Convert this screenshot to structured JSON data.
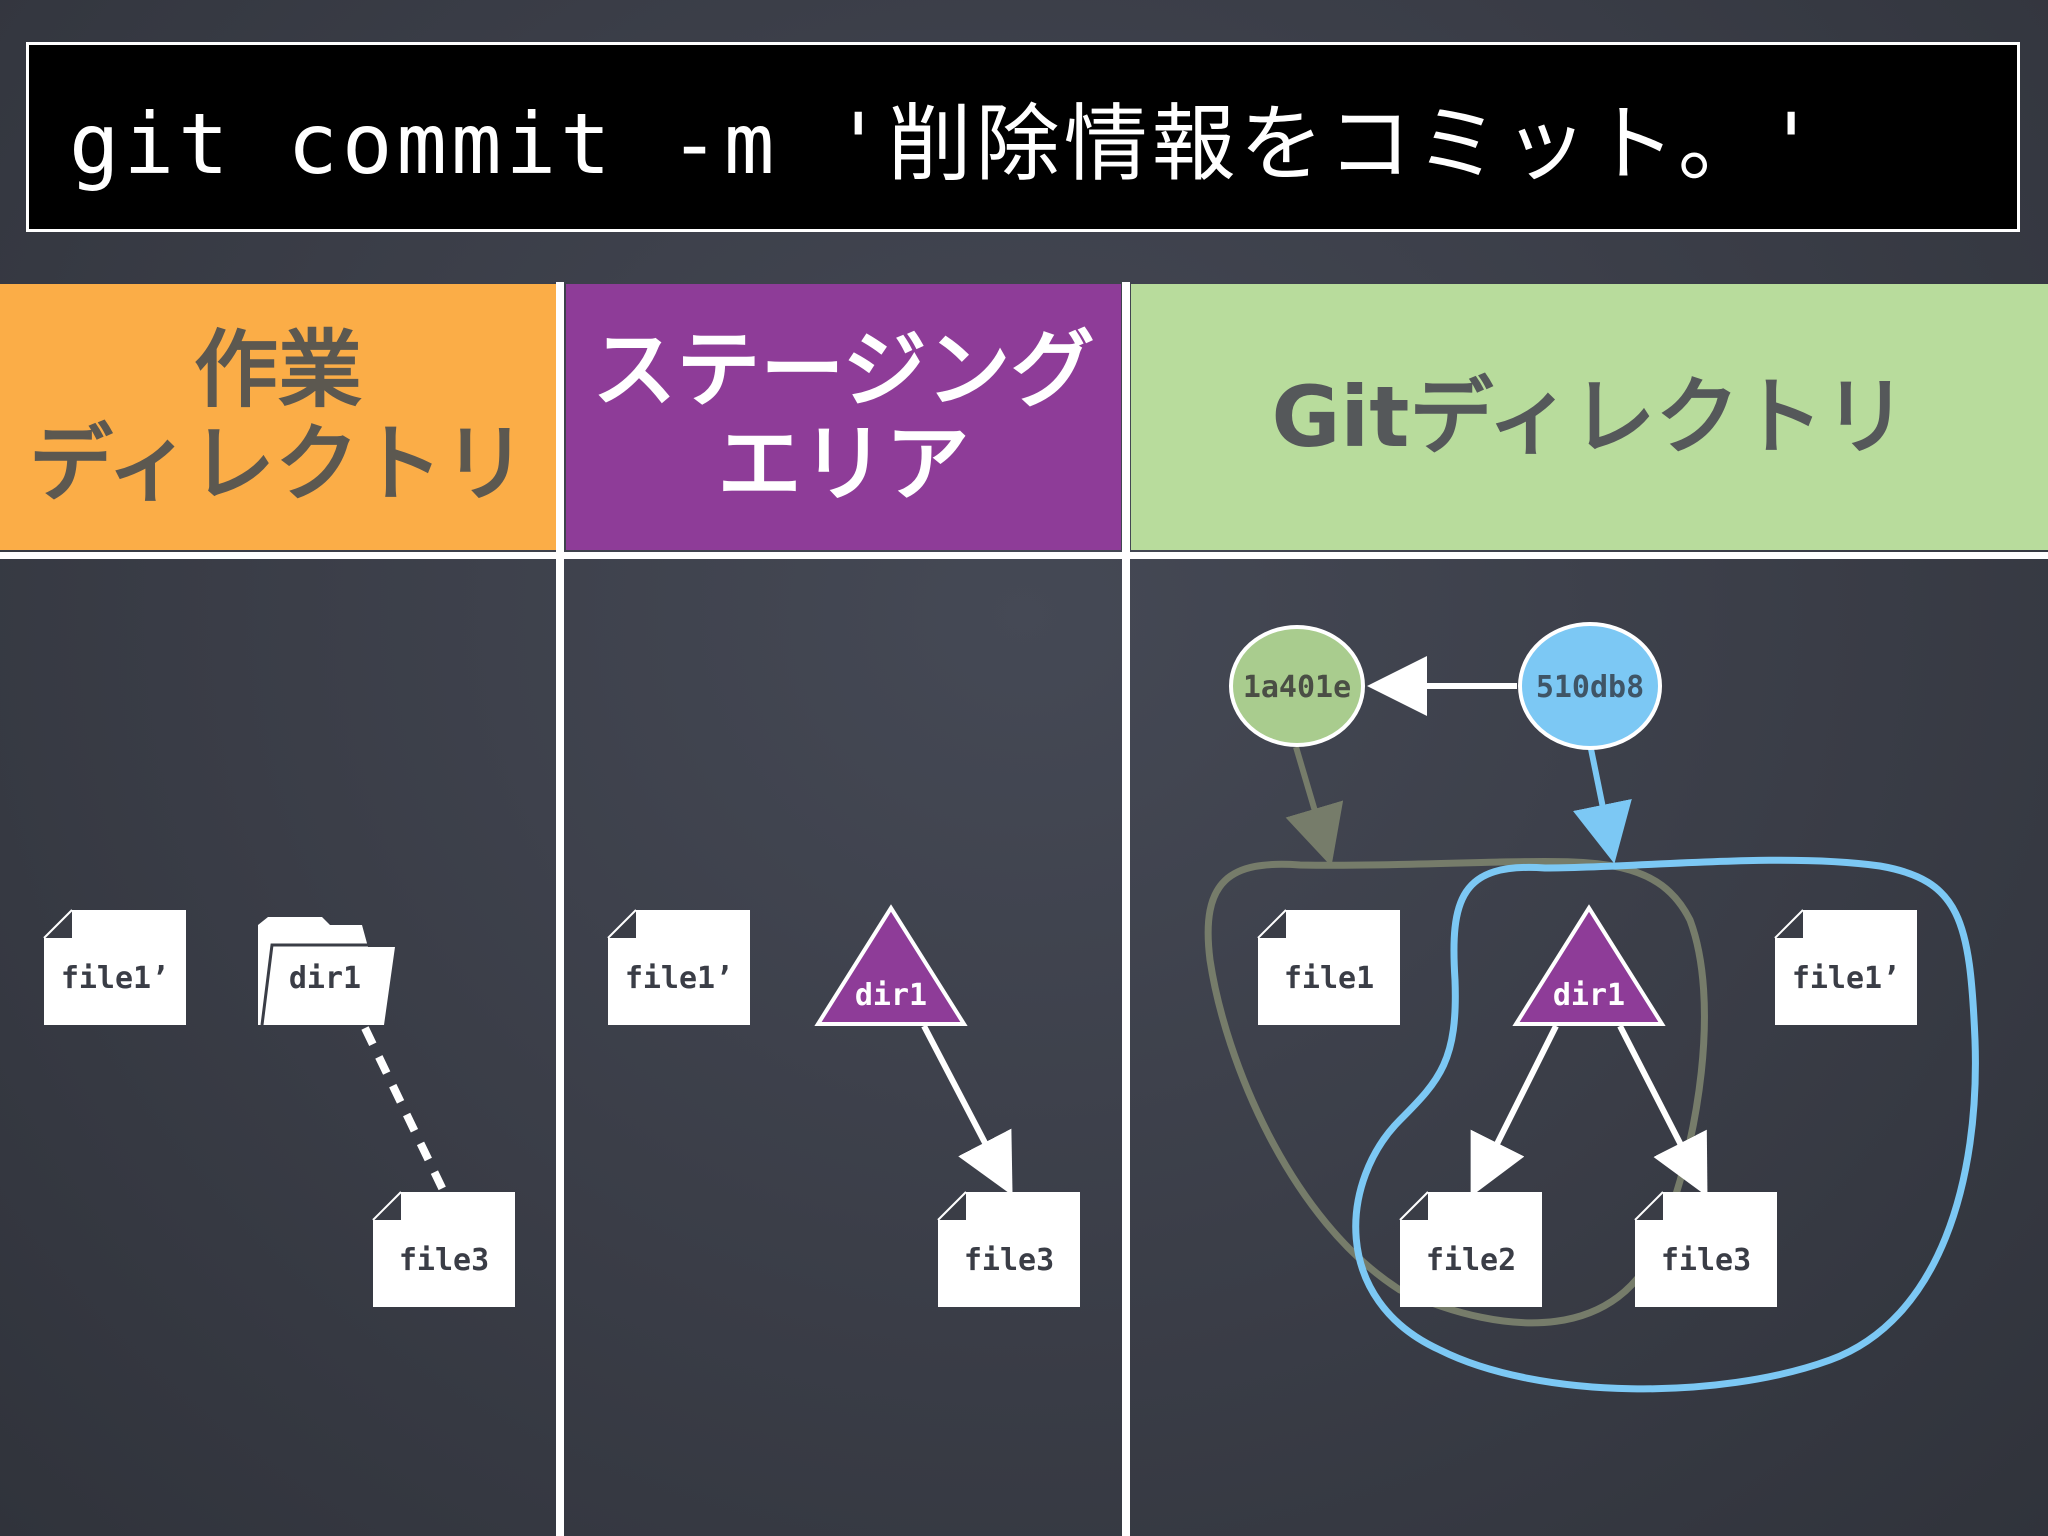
{
  "command": "git commit -m '削除情報をコミット。'",
  "headers": {
    "working": [
      "作業",
      "ディレクトリ"
    ],
    "staging": [
      "ステージング",
      "エリア"
    ],
    "gitdir": [
      "Gitディレクトリ"
    ]
  },
  "colors": {
    "working_header": "#fbad47",
    "staging_header": "#8e3c98",
    "gitdir_header": "#b8dc9c",
    "commit_old": "#a9cc8e",
    "commit_new": "#7cc8f4",
    "tree": "#8e3c98",
    "old_group_outline": "#767c6a",
    "new_group_outline": "#7cc8f4"
  },
  "working_directory": {
    "file1": "file1’",
    "dir1": "dir1",
    "file3": "file3"
  },
  "staging_area": {
    "file1": "file1’",
    "dir1": "dir1",
    "file3": "file3"
  },
  "git_directory": {
    "commit_old": "1a401e",
    "commit_new": "510db8",
    "file1": "file1",
    "dir1": "dir1",
    "file1_modified": "file1’",
    "file2": "file2",
    "file3": "file3"
  }
}
